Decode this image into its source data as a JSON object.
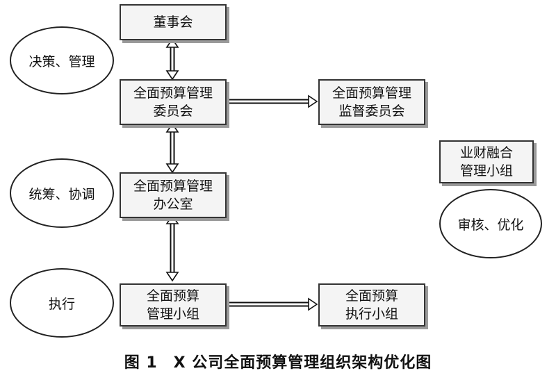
{
  "boxes": {
    "board": "董事会",
    "committee": "全面预算管理\n委员会",
    "supervision": "全面预算管理\n监督委员会",
    "office": "全面预算管理\n办公室",
    "mgmt_group": "全面预算\n管理小组",
    "exec_group": "全面预算\n执行小组",
    "integration_group": "业财融合\n管理小组"
  },
  "ellipses": {
    "decision": "决策、管理",
    "coordination": "统筹、协调",
    "execution": "执行",
    "review": "审核、优化"
  },
  "caption": "图 1　X 公司全面预算管理组织架构优化图"
}
